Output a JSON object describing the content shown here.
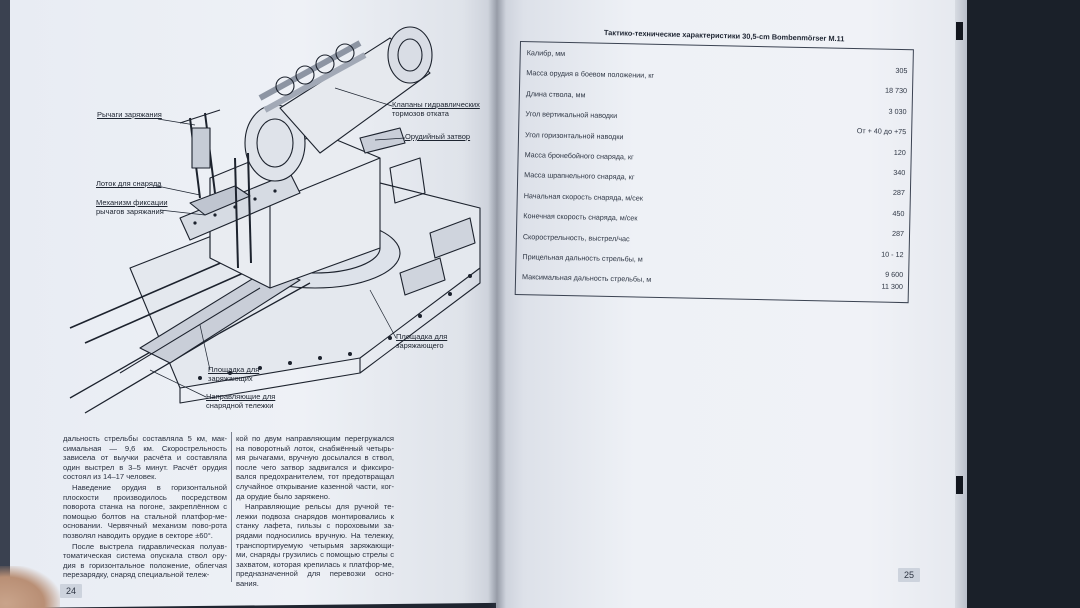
{
  "left_page": {
    "page_number": "24",
    "callouts": {
      "loading_levers": "Рычаги заряжания",
      "recoil_valves_line1": "Клапаны гидравлических",
      "recoil_valves_line2": "тормозов отката",
      "breech": "Орудийный затвор",
      "shell_tray": "Лоток для снаряда",
      "lever_lock_line1": "Механизм фиксации",
      "lever_lock_line2": "рычагов заряжания",
      "loader_platform_line1": "Площадка для",
      "loader_platform_line2": "заряжающего",
      "loaders_platform_line1": "Площадка для",
      "loaders_platform_line2": "заряжающих",
      "trolley_guides_line1": "Направляющие для",
      "trolley_guides_line2": "снарядной тележки"
    },
    "column1": [
      "дальность стрельбы составляла 5 км, мак-симальная — 9,6 км. Скорострельность зависела от выучки расчёта и составляла один выстрел в 3–5 минут. Расчёт орудия состоял из 14–17 человек.",
      "Наведение орудия в горизонтальной плоскости производилось посредством поворота станка на погоне, закреплённом с помощью болтов на стальной платфор-ме-основании. Червячный механизм пово-рота позволял наводить орудие в секторе ±60°.",
      "После выстрела гидравлическая полуав-томатическая система опускала ствол ору-дия в горизонтальное положение, облегчая перезарядку, снаряд специальной тележ-"
    ],
    "column2": [
      "кой по двум направляющим перегружался на поворотный лоток, снабжённый четырь-мя рычагами, вручную досылался в ствол, после чего затвор задвигался и фиксиро-вался предохранителем, тот предотвращал случайное открывание казенной части, ког-да орудие было заряжено.",
      "Направляющие рельсы для ручной те-лежки подвоза снарядов монтировались к станку лафета, гильзы с пороховыми за-рядами подносились вручную. На тележку, транспортируемую четырьмя заряжающи-ми, снаряды грузились с помощью стрелы с захватом, которая крепилась к платфор-ме, предназначенной для перевозки осно-вания."
    ]
  },
  "right_page": {
    "page_number": "25",
    "table_title": "Тактико-технические характеристики 30,5-cm Bombenmörser M.11",
    "rows": [
      {
        "label": "Калибр, мм",
        "value": "305"
      },
      {
        "label": "Масса орудия в боевом положении, кг",
        "value": "18 730"
      },
      {
        "label": "Длина ствола, мм",
        "value": "3 030"
      },
      {
        "label": "Угол вертикальной наводки",
        "value": "От + 40 до +75"
      },
      {
        "label": "Угол горизонтальной наводки",
        "value": "120"
      },
      {
        "label": "Масса бронебойного снаряда, кг",
        "value": "340"
      },
      {
        "label": "Масса шрапнельного снаряда, кг",
        "value": "287"
      },
      {
        "label": "Начальная скорость снаряда, м/сек",
        "value": "450"
      },
      {
        "label": "Конечная скорость снаряда, м/сек",
        "value": "287"
      },
      {
        "label": "Скорострельность, выстрел/час",
        "value": "10 - 12"
      },
      {
        "label": "Прицельная дальность стрельбы, м",
        "value": "9 600"
      },
      {
        "label": "Максимальная дальность стрельбы, м",
        "value": "11 300"
      }
    ]
  },
  "colors": {
    "paper": "#eef1f6",
    "ink": "#1d2430",
    "background": "#1f2530"
  }
}
